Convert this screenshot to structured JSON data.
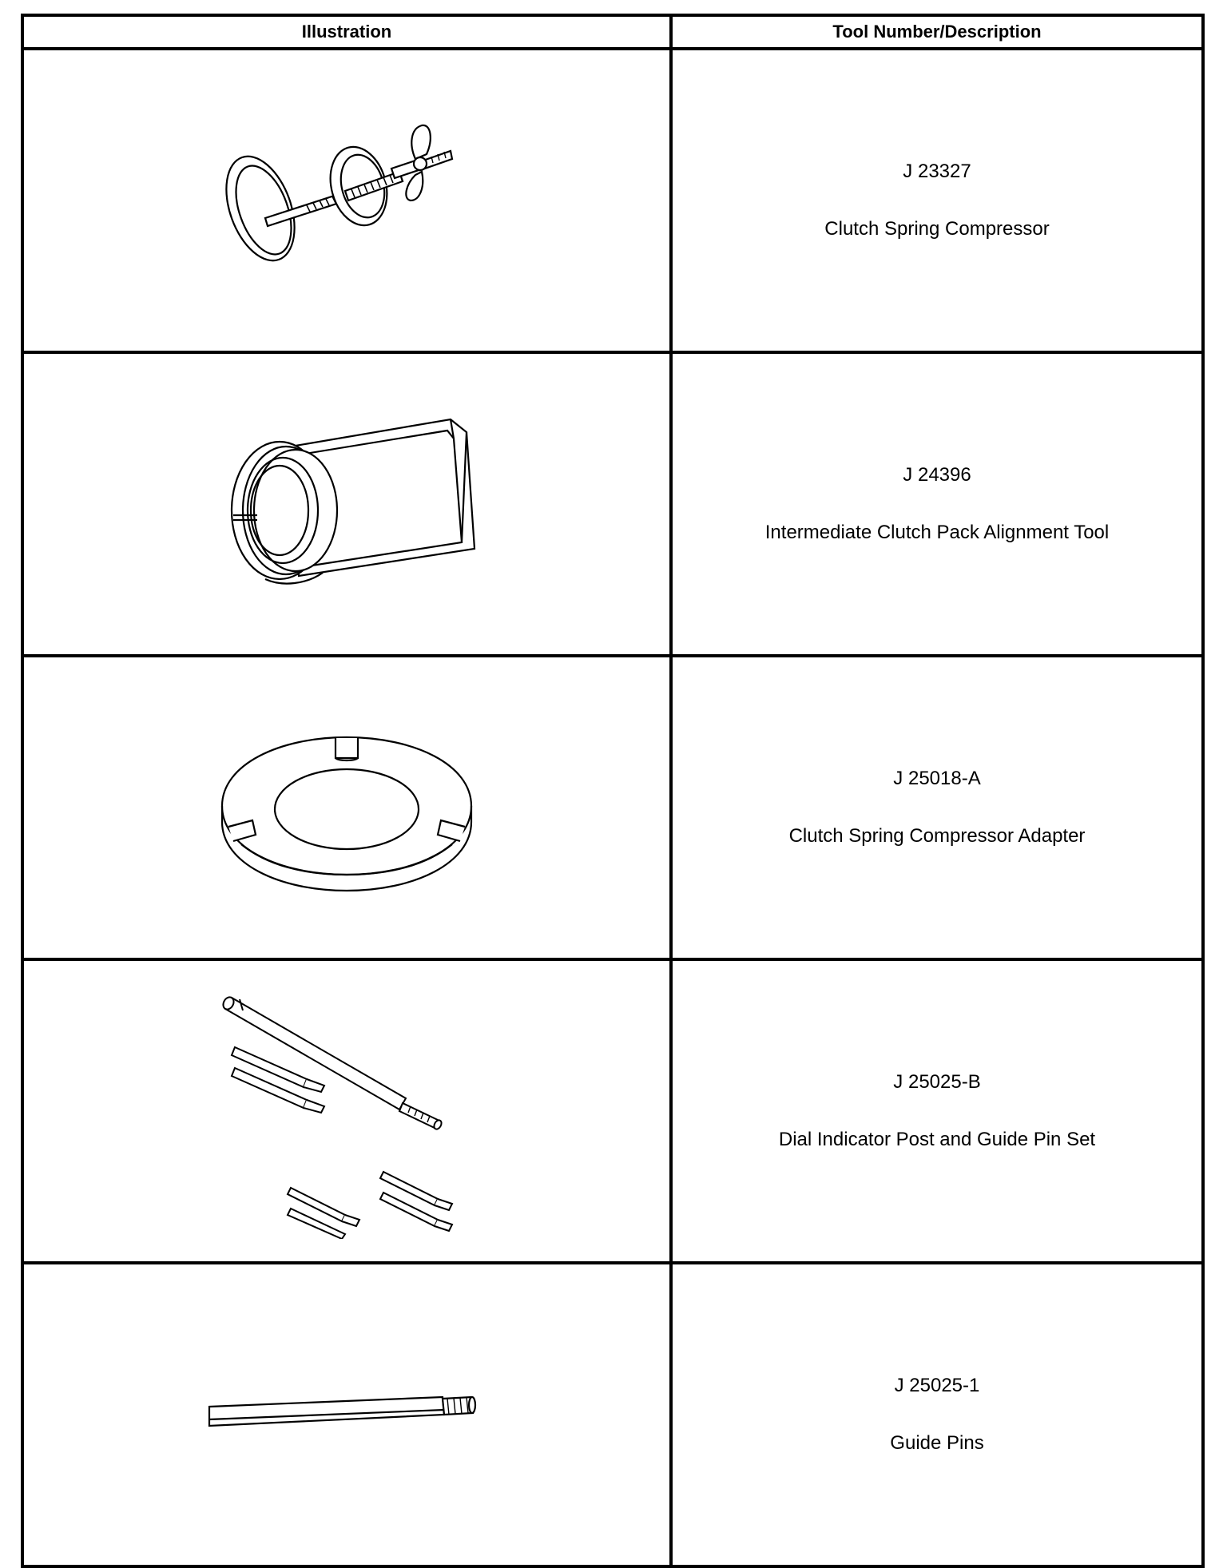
{
  "table": {
    "headers": {
      "illustration": "Illustration",
      "description": "Tool Number/Description"
    },
    "rows": [
      {
        "tool_number": "J 23327",
        "description": "Clutch Spring Compressor",
        "icon": "clutch-spring-compressor-icon"
      },
      {
        "tool_number": "J 24396",
        "description": "Intermediate Clutch Pack Alignment Tool",
        "icon": "alignment-tool-icon"
      },
      {
        "tool_number": "J 25018-A",
        "description": "Clutch Spring Compressor Adapter",
        "icon": "compressor-adapter-icon"
      },
      {
        "tool_number": "J 25025-B",
        "description": "Dial Indicator Post and Guide Pin Set",
        "icon": "post-and-pin-set-icon"
      },
      {
        "tool_number": "J 25025-1",
        "description": "Guide Pins",
        "icon": "guide-pin-icon"
      }
    ]
  }
}
